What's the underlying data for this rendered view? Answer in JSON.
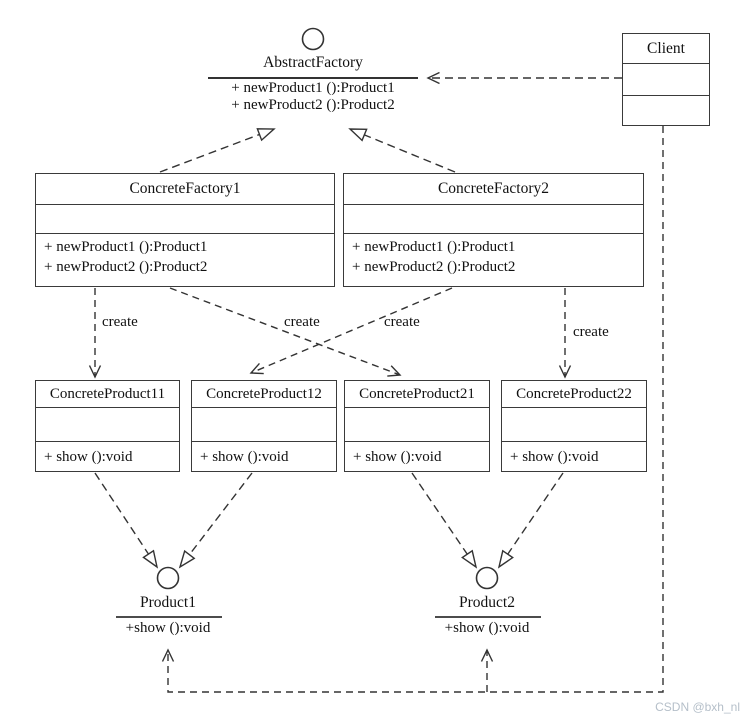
{
  "diagram_type": "uml-class-diagram",
  "colors": {
    "line": "#333333",
    "box_border": "#3a3a3a",
    "text": "#111111",
    "background": "#ffffff",
    "watermark": "#b5bfc9"
  },
  "nodes": {
    "abstract_factory": {
      "kind": "interface-lollipop",
      "name": "AbstractFactory",
      "methods": [
        "+ newProduct1 ():Product1",
        "+ newProduct2 ():Product2"
      ]
    },
    "client": {
      "kind": "class",
      "name": "Client"
    },
    "concrete_factory1": {
      "kind": "class",
      "name": "ConcreteFactory1",
      "methods": [
        "+ newProduct1 ():Product1",
        "+ newProduct2 ():Product2"
      ]
    },
    "concrete_factory2": {
      "kind": "class",
      "name": "ConcreteFactory2",
      "methods": [
        "+ newProduct1 ():Product1",
        "+ newProduct2 ():Product2"
      ]
    },
    "concrete_product11": {
      "kind": "class",
      "name": "ConcreteProduct11",
      "methods": [
        "+ show ():void"
      ]
    },
    "concrete_product12": {
      "kind": "class",
      "name": "ConcreteProduct12",
      "methods": [
        "+ show ():void"
      ]
    },
    "concrete_product21": {
      "kind": "class",
      "name": "ConcreteProduct21",
      "methods": [
        "+ show ():void"
      ]
    },
    "concrete_product22": {
      "kind": "class",
      "name": "ConcreteProduct22",
      "methods": [
        "+ show ():void"
      ]
    },
    "product1": {
      "kind": "interface-lollipop",
      "name": "Product1",
      "methods": [
        "+show ():void"
      ]
    },
    "product2": {
      "kind": "interface-lollipop",
      "name": "Product2",
      "methods": [
        "+show ():void"
      ]
    }
  },
  "edge_labels": {
    "create1": "create",
    "create2": "create",
    "create3": "create",
    "create4": "create"
  },
  "edges": [
    "Client ..> AbstractFactory",
    "ConcreteFactory1 ..|> AbstractFactory",
    "ConcreteFactory2 ..|> AbstractFactory",
    "ConcreteFactory1 ..> ConcreteProduct11 : create",
    "ConcreteFactory1 ..> ConcreteProduct21 : create",
    "ConcreteFactory2 ..> ConcreteProduct12 : create",
    "ConcreteFactory2 ..> ConcreteProduct22 : create",
    "ConcreteProduct11 ..|> Product1",
    "ConcreteProduct12 ..|> Product1",
    "ConcreteProduct21 ..|> Product2",
    "ConcreteProduct22 ..|> Product2",
    "Client ..> Product1",
    "Client ..> Product2"
  ],
  "watermark": "CSDN @bxh_nl"
}
